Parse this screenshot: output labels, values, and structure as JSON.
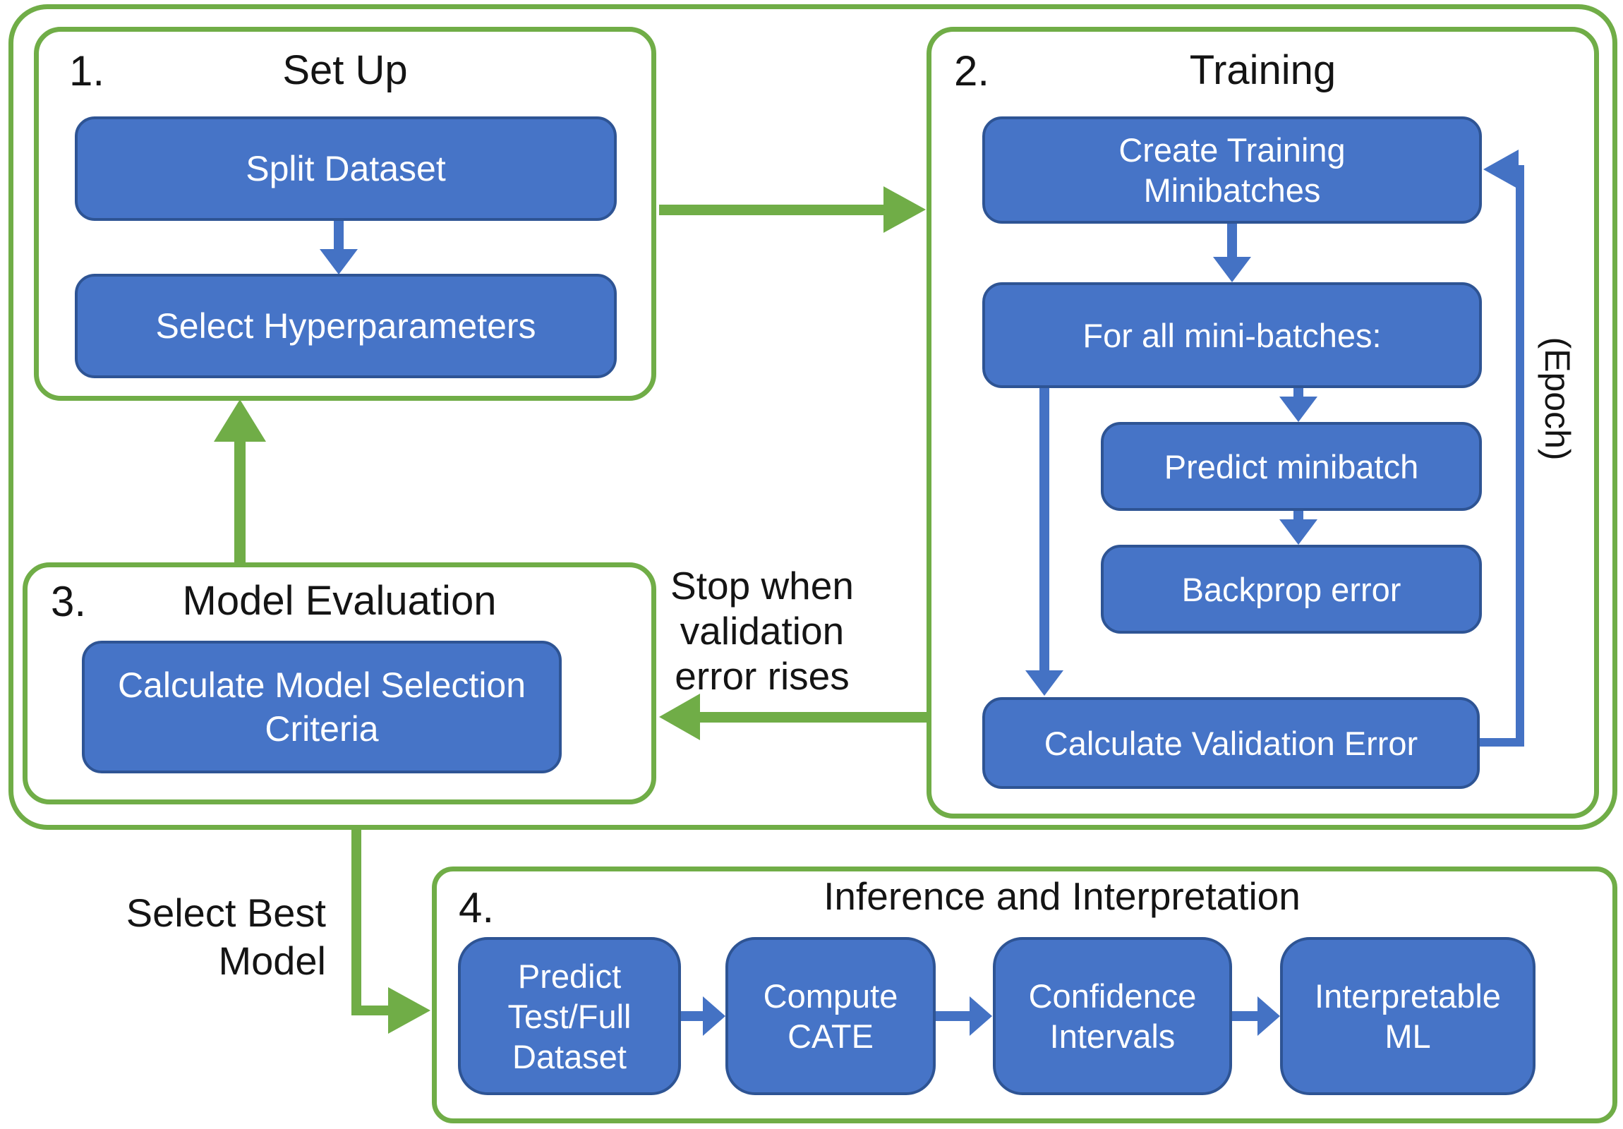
{
  "colors": {
    "green": "#70ad47",
    "blue_fill": "#4674c7",
    "blue_border": "#2e5494",
    "blue_arrow": "#4472c4",
    "text_black": "#141414",
    "text_white": "#ffffff"
  },
  "sections": {
    "setup": {
      "number": "1.",
      "title": "Set Up",
      "split_dataset": "Split Dataset",
      "select_hyperparameters": "Select Hyperparameters"
    },
    "training": {
      "number": "2.",
      "title": "Training",
      "create_minibatches": "Create Training\nMinibatches",
      "for_all_minibatches": "For all mini-batches:",
      "predict_minibatch": "Predict minibatch",
      "backprop_error": "Backprop error",
      "calculate_validation_error": "Calculate Validation Error",
      "epoch_label": "(Epoch)"
    },
    "evaluation": {
      "number": "3.",
      "title": "Model Evaluation",
      "calculate_criteria": "Calculate Model Selection\nCriteria"
    },
    "inference": {
      "number": "4.",
      "title": "Inference and Interpretation",
      "predict_test_full": "Predict\nTest/Full\nDataset",
      "compute_cate": "Compute\nCATE",
      "confidence_intervals": "Confidence\nIntervals",
      "interpretable_ml": "Interpretable\nML"
    }
  },
  "annotations": {
    "stop_condition": "Stop when\nvalidation\nerror rises",
    "select_best_model": "Select Best\nModel"
  }
}
